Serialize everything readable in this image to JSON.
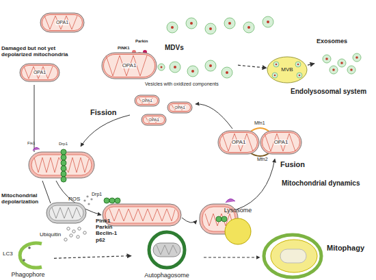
{
  "diagram": {
    "nodes": [
      {
        "text": [
          "OPA1"
        ]
      },
      {
        "text": [
          "OPA1"
        ]
      },
      {
        "text": [
          "OPA1"
        ]
      },
      {
        "text": [
          "MDVs"
        ]
      },
      {
        "text": [
          "MVB"
        ]
      },
      {
        "text": [
          "Exosomes"
        ]
      },
      {
        "text": [
          "OPA1"
        ]
      },
      {
        "text": [
          "OPA1"
        ]
      },
      {
        "text": [
          "OPA1"
        ]
      },
      {
        "text": [
          "OPA1"
        ]
      },
      {
        "text": [
          "OPA1"
        ]
      },
      {
        "text": [
          "Phagophore"
        ]
      },
      {
        "text": [
          "Autophagosome"
        ]
      },
      {
        "text": [
          "Lysosome"
        ]
      }
    ],
    "edges": [
      {
        "from": 3,
        "to": 4,
        "arrow": "to"
      },
      {
        "from": 4,
        "to": 5,
        "arrow": "to"
      },
      {
        "from": 11,
        "to": 12,
        "arrow": "to"
      }
    ],
    "labels": [
      "Damaged but not yet depolarized mitochondria",
      "PINK1",
      "Parkin",
      "Vesicles with oxidized components",
      "Endolysosomal system",
      "Fission",
      "Fusion",
      "Mfn1",
      "Mfn2",
      "Mitochondrial dynamics",
      "Fis1",
      "Drp1",
      "Drp1",
      "Mitochondrial depolarization",
      "ROS",
      "Ubiquitin",
      "LC3",
      "Pink1 Parkin Beclin-1 p62",
      "Mitophagy"
    ]
  }
}
